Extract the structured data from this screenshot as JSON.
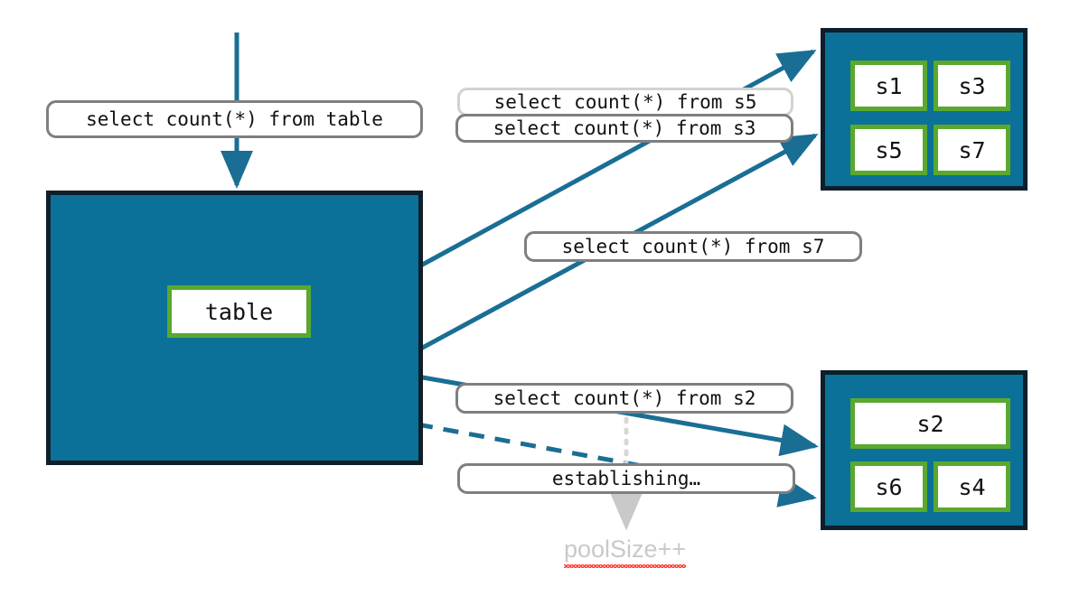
{
  "diagram": {
    "title": "Connection pool query routing diagram",
    "colors": {
      "edge": "#1a6e94",
      "group_fill": "#0b7198",
      "group_border": "#0d1f2b",
      "node_border": "#5aa82e",
      "label_border": "#7f7f7f",
      "label_border_faint": "#d2d2d2",
      "ghost_text": "#c9c9c9",
      "spellcheck_underline": "#ff3b30"
    }
  },
  "source": {
    "incoming_query_label": "select count(*) from table",
    "table_group": {
      "name": "table-group",
      "node_label": "table"
    }
  },
  "labels": {
    "from_s5": "select count(*) from s5",
    "from_s3": "select count(*) from s3",
    "from_s7": "select count(*) from s7",
    "from_s2": "select count(*) from s2",
    "establishing": "establishing…"
  },
  "annotations": {
    "pool_size": "poolSize++"
  },
  "groups": [
    {
      "name": "upper-server-group",
      "nodes": [
        {
          "label": "s1"
        },
        {
          "label": "s3"
        },
        {
          "label": "s5"
        },
        {
          "label": "s7"
        }
      ]
    },
    {
      "name": "lower-server-group",
      "nodes": [
        {
          "label": "s2"
        },
        {
          "label": "s6"
        },
        {
          "label": "s4"
        }
      ]
    }
  ]
}
